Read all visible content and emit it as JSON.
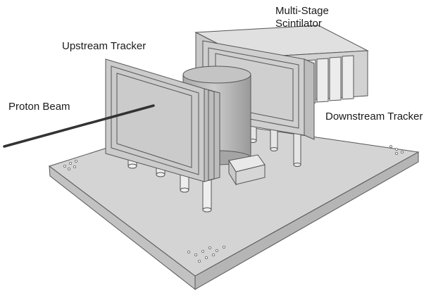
{
  "labels": {
    "multi_stage_line1": "Multi-Stage",
    "multi_stage_line2": "Scintilator",
    "upstream_tracker": "Upstream Tracker",
    "proton_beam": "Proton Beam",
    "downstream_tracker": "Downstream Tracker"
  },
  "colors": {
    "base_top": "#d4d4d4",
    "base_side": "#bdbdbd",
    "panel_fill": "#cfcfcf",
    "outline": "#444444",
    "beam": "#333333"
  }
}
